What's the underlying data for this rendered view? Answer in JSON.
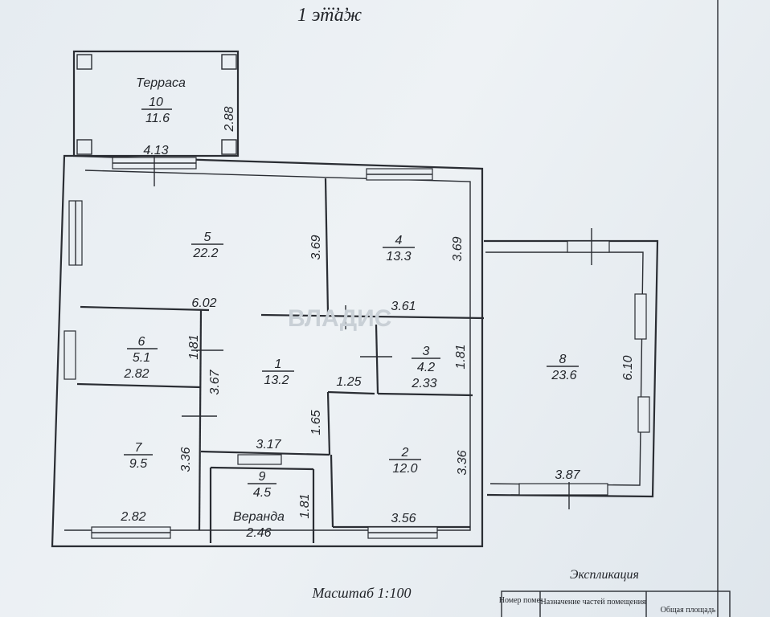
{
  "header": {
    "top_fragment": "...,  ,",
    "floor_title": "1 этаж"
  },
  "rooms": [
    {
      "id": "room-10",
      "name": "Терраса",
      "number": "10",
      "area": "11.6"
    },
    {
      "id": "room-5",
      "name": "",
      "number": "5",
      "area": "22.2"
    },
    {
      "id": "room-4",
      "name": "",
      "number": "4",
      "area": "13.3"
    },
    {
      "id": "room-6",
      "name": "",
      "number": "6",
      "area": "5.1"
    },
    {
      "id": "room-1",
      "name": "",
      "number": "1",
      "area": "13.2"
    },
    {
      "id": "room-3",
      "name": "",
      "number": "3",
      "area": "4.2"
    },
    {
      "id": "room-8",
      "name": "",
      "number": "8",
      "area": "23.6"
    },
    {
      "id": "room-7",
      "name": "",
      "number": "7",
      "area": "9.5"
    },
    {
      "id": "room-9",
      "name": "Веранда",
      "number": "9",
      "area": "4.5"
    },
    {
      "id": "room-2",
      "name": "",
      "number": "2",
      "area": "12.0"
    }
  ],
  "dimensions": {
    "terrace_width": "4.13",
    "terrace_depth": "2.88",
    "r5_depth": "3.69",
    "r4_depth": "3.69",
    "r5_width": "6.02",
    "r4_width": "3.61",
    "r6_depth": "1.81",
    "r6_width": "2.82",
    "r1_depth": "3.67",
    "r3_depth": "1.81",
    "r3_width": "2.33",
    "r1_nook": "1.25",
    "r1_lower": "1.65",
    "r8_depth": "6.10",
    "r8_width": "3.87",
    "r7_depth": "3.36",
    "r7_width": "2.82",
    "r1_width": "3.17",
    "r9_depth": "1.81",
    "r9_width": "2.46",
    "r2_depth": "3.36",
    "r2_width": "3.56"
  },
  "watermark": "ВЛАДИС",
  "scale_label": "Масштаб 1:100",
  "explication": {
    "title": "Экспликация",
    "headers": [
      "Номер поме-",
      "Назначение частей помещения",
      "Общая площадь"
    ]
  }
}
